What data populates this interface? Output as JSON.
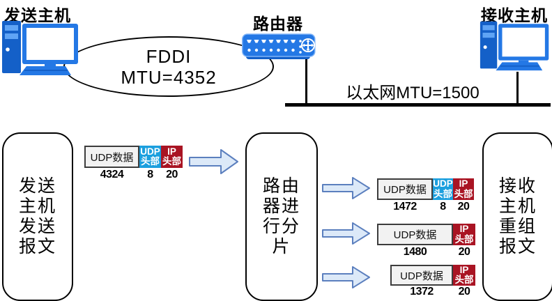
{
  "colors": {
    "udp_header_bg": "#1B9FDE",
    "ip_header_bg": "#A91423",
    "data_bg": "#F2F2F2",
    "arrow_fill": "#DCE9F8",
    "arrow_stroke": "#5B7FBE",
    "device_blue": "#2478E5",
    "device_blue_dark": "#1460C8"
  },
  "top": {
    "sender_label": "发送主机",
    "router_label": "路由器",
    "receiver_label": "接收主机",
    "fddi": {
      "line1": "FDDI",
      "line2": "MTU=4352"
    },
    "ethernet_label": "以太网MTU=1500"
  },
  "stages": {
    "sender": {
      "line1": "发送",
      "line2": "主机",
      "line3": "发送",
      "line4": "报文"
    },
    "router": {
      "line1": "路由",
      "line2": "器进",
      "line3": "行分",
      "line4": "片"
    },
    "receiver": {
      "line1": "接收",
      "line2": "主机",
      "line3": "重组",
      "line4": "报文"
    }
  },
  "packets": {
    "original": {
      "data": {
        "label": "UDP数据",
        "size": "4324"
      },
      "udp": {
        "line1": "UDP",
        "line2": "头部",
        "size": "8"
      },
      "ip": {
        "line1": "IP",
        "line2": "头部",
        "size": "20"
      }
    },
    "fragment1": {
      "data": {
        "label": "UDP数据",
        "size": "1472"
      },
      "udp": {
        "line1": "UDP",
        "line2": "头部",
        "size": "8"
      },
      "ip": {
        "line1": "IP",
        "line2": "头部",
        "size": "20"
      }
    },
    "fragment2": {
      "data": {
        "label": "UDP数据",
        "size": "1480"
      },
      "ip": {
        "line1": "IP",
        "line2": "头部",
        "size": "20"
      }
    },
    "fragment3": {
      "data": {
        "label": "UDP数据",
        "size": "1372"
      },
      "ip": {
        "line1": "IP",
        "line2": "头部",
        "size": "20"
      }
    }
  }
}
